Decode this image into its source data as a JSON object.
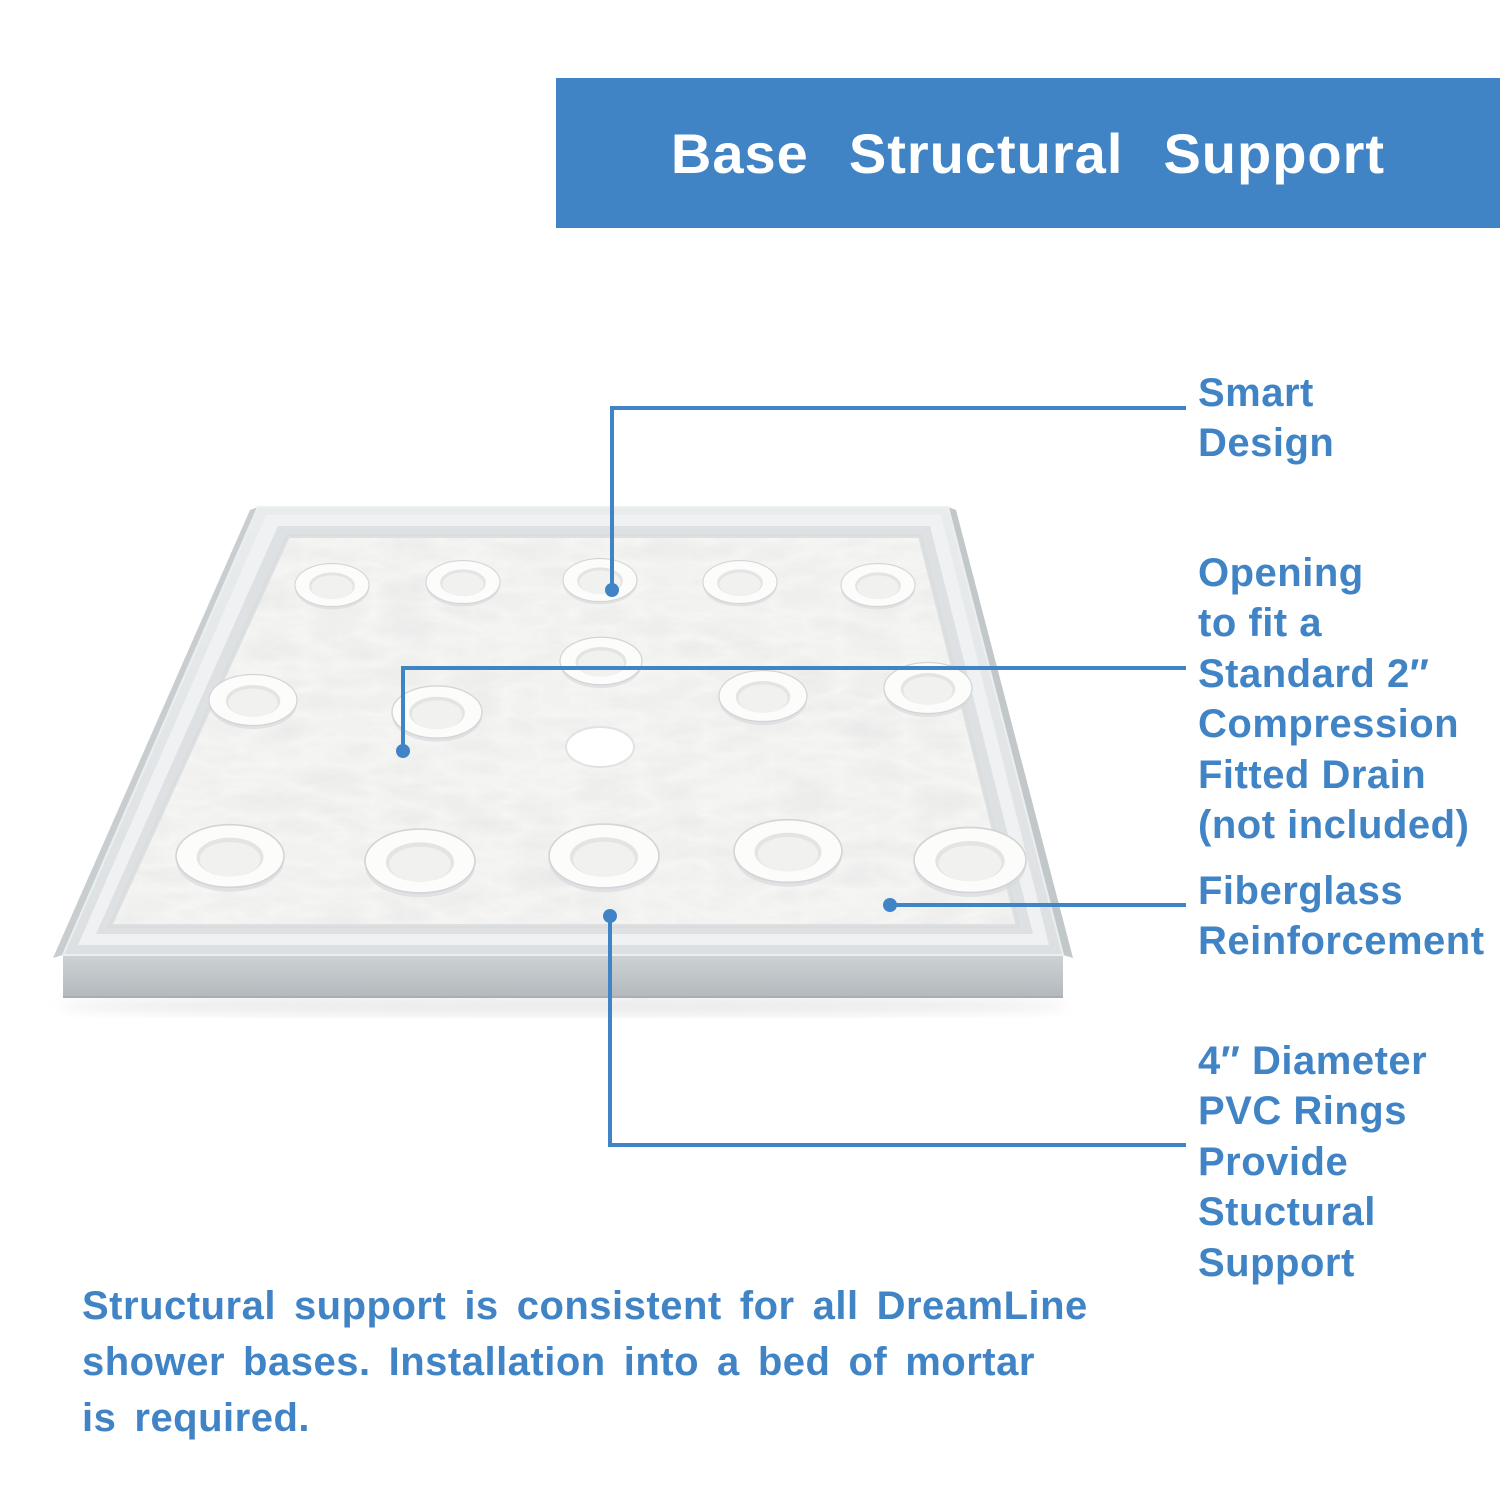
{
  "colors": {
    "accent": "#4184C6",
    "base_rim": "#E3E6E8",
    "base_floor": "#F7F7F5",
    "ring_white": "#FCFCFB"
  },
  "header": {
    "title": "Base Structural Support"
  },
  "callouts": [
    {
      "id": "smart-design",
      "label": "Smart\nDesign"
    },
    {
      "id": "drain-opening",
      "label": "Opening\nto fit a\nStandard 2″\nCompression\nFitted Drain\n(not included)"
    },
    {
      "id": "fiberglass",
      "label": "Fiberglass\nReinforcement"
    },
    {
      "id": "pvc-rings",
      "label": "4″ Diameter\nPVC Rings\nProvide\nStuctural\nSupport"
    }
  ],
  "footer": {
    "note": "Structural support is consistent for all DreamLine\nshower bases. Installation into a bed of mortar\nis required."
  },
  "illustration": {
    "name": "shower-base-underside",
    "ring_count": 15,
    "has_center_drain_opening": true
  }
}
